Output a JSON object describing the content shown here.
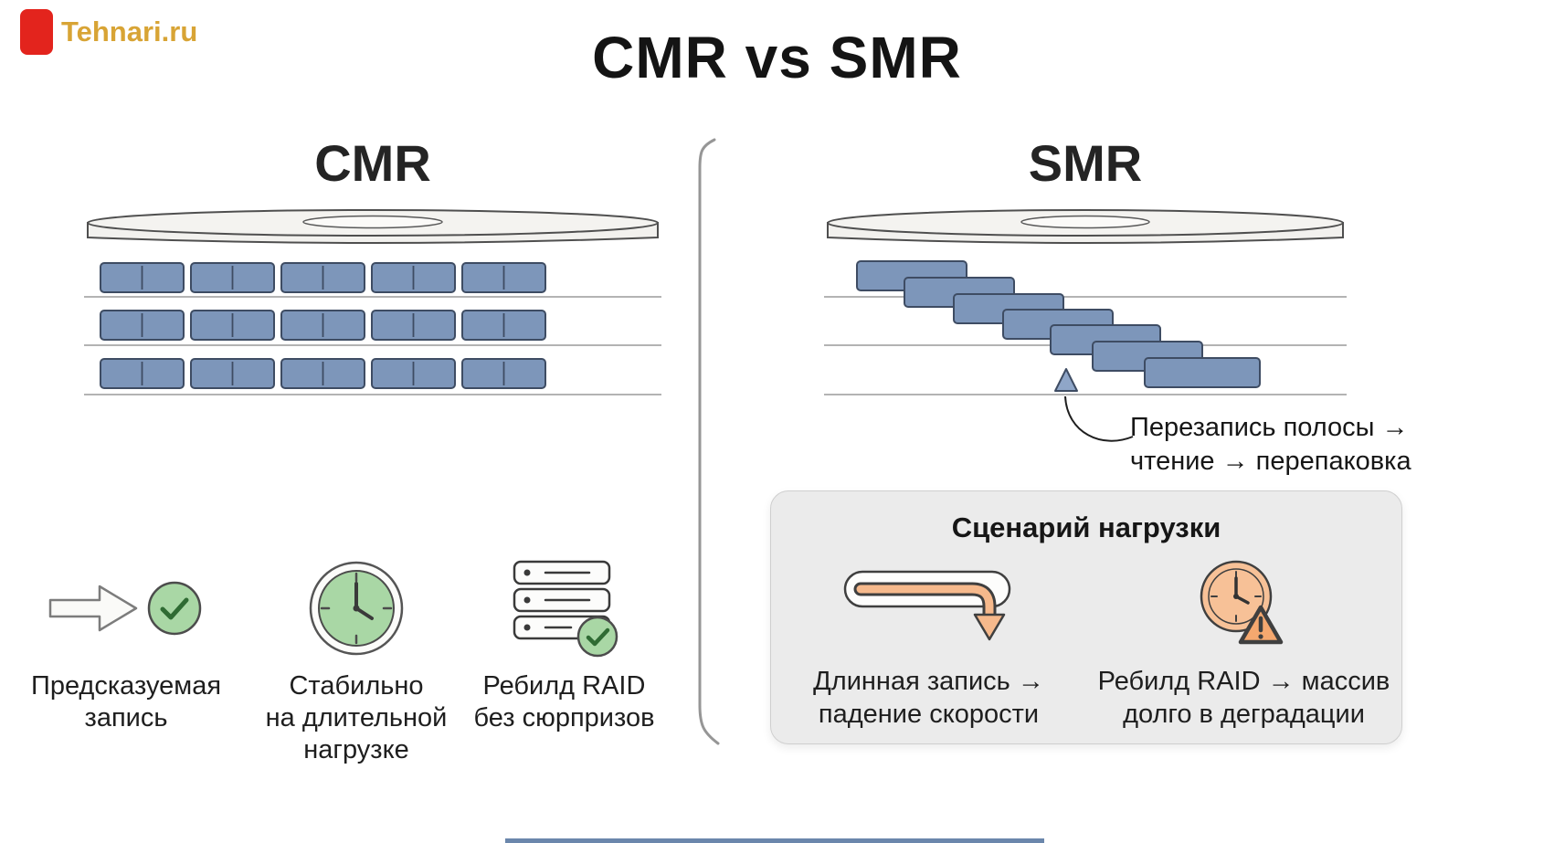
{
  "watermark": {
    "text": "Tehnari.ru"
  },
  "title": "CMR vs SMR",
  "cmr": {
    "heading": "CMR",
    "benefits": [
      {
        "icon": "arrow-check-icon",
        "lines": [
          "Предсказуемая",
          "запись"
        ]
      },
      {
        "icon": "green-clock-icon",
        "lines": [
          "Стабильно",
          "на длительной",
          "нагрузке"
        ]
      },
      {
        "icon": "raid-server-check-icon",
        "lines": [
          "Ребилд RAID",
          "без сюрпризов"
        ]
      }
    ]
  },
  "smr": {
    "heading": "SMR",
    "annotation": {
      "lines": [
        "Перезапись полосы →",
        "чтение → перепаковка"
      ]
    },
    "scenario_card": {
      "title": "Сценарий нагрузки",
      "items": [
        {
          "icon": "long-write-arrow-icon",
          "lines": [
            "Длинная запись →",
            "падение скорости"
          ]
        },
        {
          "icon": "clock-warning-icon",
          "lines": [
            "Ребилд RAID → массив",
            "долго в деградации"
          ]
        }
      ]
    }
  },
  "colors": {
    "block_blue": "#7d96ba",
    "accent_green": "#a9d7a5",
    "accent_orange": "#f6b98c",
    "card_bg": "#ebebeb",
    "watermark_gold": "#d8a435",
    "logo_red": "#e3241d",
    "line_gray": "#9a9a9a"
  }
}
